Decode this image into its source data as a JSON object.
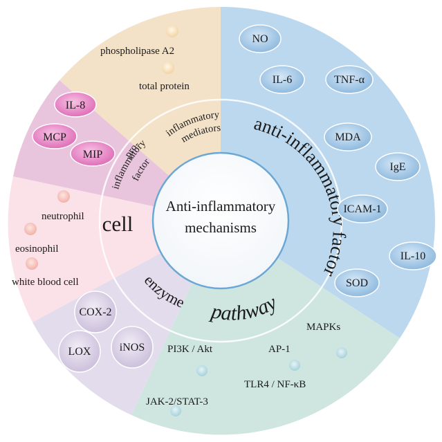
{
  "center": {
    "line1": "Anti-inflammatory",
    "line2": "mechanisms"
  },
  "segments": {
    "mediators": {
      "label_line1": "inflammatory",
      "label_line2": "mediators",
      "items": [
        "phospholipase A2",
        "total protein"
      ],
      "color": "#f3e2c8"
    },
    "pro": {
      "label_line1": "pro-",
      "label_line2": "inflammatory",
      "label_line3": "factor",
      "items": [
        "IL-8",
        "MCP",
        "MIP"
      ],
      "color": "#e9c5dd"
    },
    "cell": {
      "label": "cell",
      "items": [
        "neutrophil",
        "eosinophil",
        "white blood cell"
      ],
      "color": "#fbe1e8"
    },
    "enzyme": {
      "label": "enzyme",
      "items": [
        "COX-2",
        "LOX",
        "iNOS"
      ],
      "color": "#e3dcec"
    },
    "pathway": {
      "label": "pathway",
      "items": [
        "PI3K / Akt",
        "AP-1",
        "MAPKs",
        "TLR4 / NF-κB",
        "JAK-2/STAT-3"
      ],
      "color": "#cfe6e0"
    },
    "anti": {
      "label": "anti-inflammatory factor",
      "items": [
        "NO",
        "IL-6",
        "TNF-α",
        "MDA",
        "IgE",
        "ICAM-1",
        "IL-10",
        "SOD"
      ],
      "color": "#bcd8ee"
    }
  }
}
